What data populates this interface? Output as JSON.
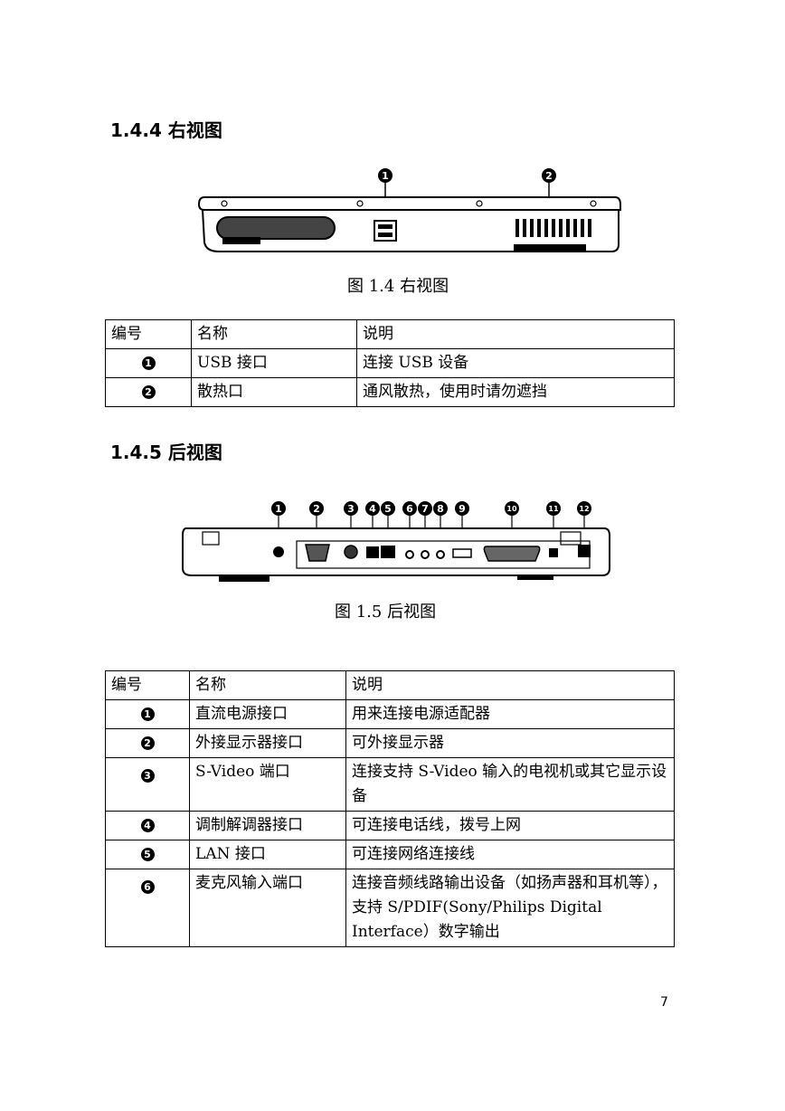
{
  "section1": {
    "title": "1.4.4 右视图",
    "figure_caption": "图 1.4 右视图",
    "callouts": [
      "1",
      "2"
    ],
    "table": {
      "headers": [
        "编号",
        "名称",
        "说明"
      ],
      "rows": [
        {
          "num": "1",
          "name": "USB 接口",
          "desc": "连接 USB 设备"
        },
        {
          "num": "2",
          "name": "散热口",
          "desc": "通风散热，使用时请勿遮挡"
        }
      ]
    }
  },
  "section2": {
    "title": "1.4.5 后视图",
    "figure_caption": "图 1.5 后视图",
    "callouts": [
      "1",
      "2",
      "3",
      "4",
      "5",
      "6",
      "7",
      "8",
      "9",
      "10",
      "11",
      "12"
    ],
    "table": {
      "headers": [
        "编号",
        "名称",
        "说明"
      ],
      "rows": [
        {
          "num": "1",
          "name": "直流电源接口",
          "desc": "用来连接电源适配器"
        },
        {
          "num": "2",
          "name": "外接显示器接口",
          "desc": "可外接显示器"
        },
        {
          "num": "3",
          "name": "S-Video 端口",
          "desc": "连接支持 S-Video 输入的电视机或其它显示设备"
        },
        {
          "num": "4",
          "name": "调制解调器接口",
          "desc": "可连接电话线，拨号上网"
        },
        {
          "num": "5",
          "name": "LAN 接口",
          "desc": "可连接网络连接线"
        },
        {
          "num": "6",
          "name": "麦克风输入端口",
          "desc": "连接音频线路输出设备（如扬声器和耳机等），支持 S/PDIF(Sony/Philips Digital Interface）数字输出"
        }
      ]
    }
  },
  "page_number": "7"
}
